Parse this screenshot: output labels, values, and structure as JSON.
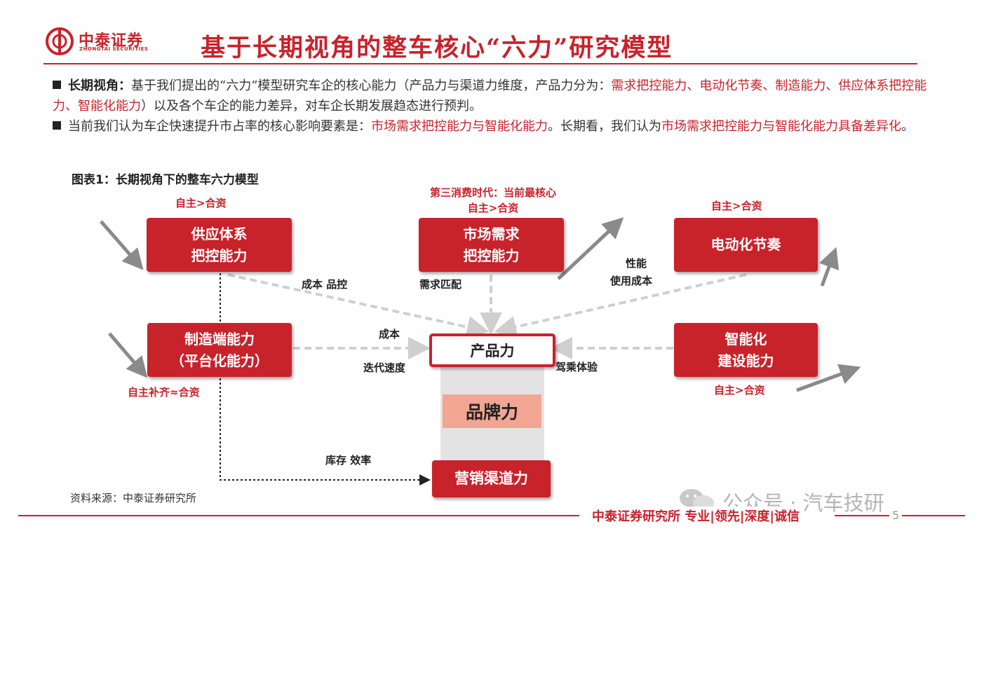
{
  "header": {
    "logo_cn": "中泰证券",
    "logo_en": "ZHONGTAI SECURITIES",
    "title": "基于长期视角的整车核心“六力”研究模型"
  },
  "paragraphs": {
    "p1_lead": "长期视角：",
    "p1_text": "基于我们提出的“六力”模型研究车企的核心能力（产品力与渠道力维度，产品力分为：",
    "p1_red": "需求把控能力、电动化节奏、制造能力、供应体系把控能力、智能化能力",
    "p1_tail": "）以及各个车企的能力差异，对车企长期发展趋态进行预判。",
    "p2_text": "当前我们认为车企快速提升市占率的核心影响要素是：",
    "p2_red1": "市场需求把控能力与智能化能力",
    "p2_mid": "。长期看，我们认为",
    "p2_red2": "市场需求把控能力与智能化能力具备差异化",
    "p2_tail": "。"
  },
  "figure": {
    "title": "图表1：长期视角下的整车六力模型",
    "nodes": {
      "supply": [
        "供应体系",
        "把控能力"
      ],
      "market": [
        "市场需求",
        "把控能力"
      ],
      "electric": [
        "电动化节奏"
      ],
      "manufacture": [
        "制造端能力",
        "（平台化能力）"
      ],
      "smart": [
        "智能化",
        "建设能力"
      ],
      "sales": "营销渠道力",
      "product": "产品力",
      "brand": "品牌力"
    },
    "labels": {
      "supply_tag": "自主>合资",
      "market_tag1": "第三消费时代：当前最核心",
      "market_tag2": "自主>合资",
      "electric_tag": "自主>合资",
      "manufacture_tag": "自主补齐≈合资",
      "smart_tag": "自主>合资",
      "cost_quality": "成本 品控",
      "demand_match": "需求匹配",
      "performance": "性能",
      "use_cost": "使用成本",
      "cost": "成本",
      "iteration": "迭代速度",
      "driving": "驾乘体验",
      "inventory": "库存 效率"
    },
    "source": "资料来源：中泰证券研究所"
  },
  "footer": {
    "watermark": "公众号 · 汽车技研",
    "institute": "中泰证券研究所 专业|领先|深度|诚信",
    "page": "5"
  },
  "colors": {
    "brand_red": "#c8222b",
    "brand_pink": "#f2a593",
    "arrow_gray": "#8a8a8a",
    "dash_gray": "#cfcfcf"
  }
}
